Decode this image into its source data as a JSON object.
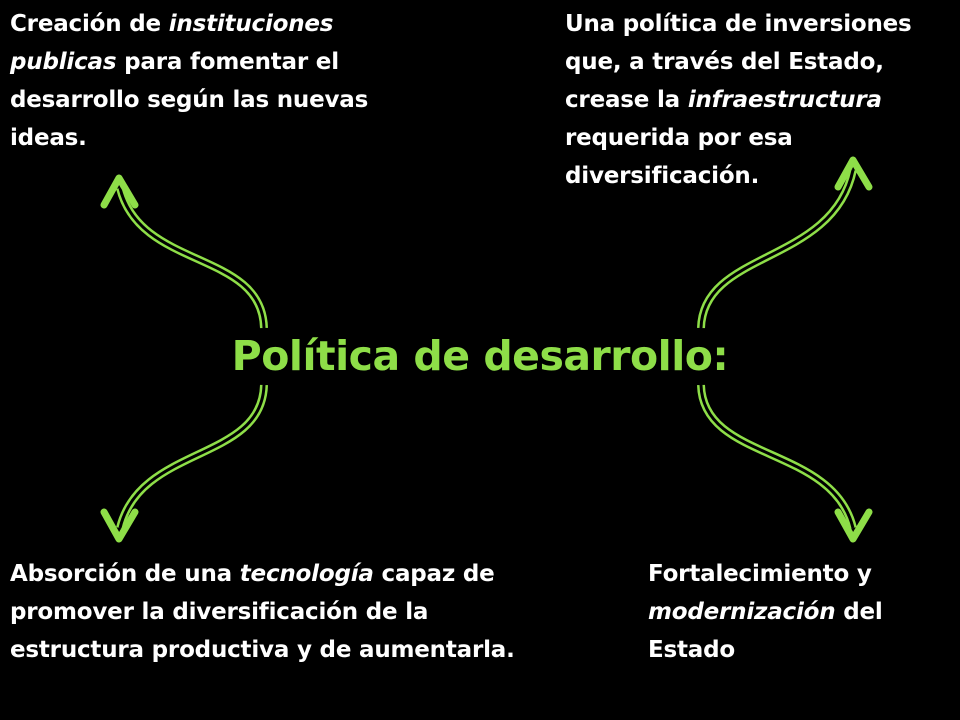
{
  "colors": {
    "background": "#000000",
    "text": "#ffffff",
    "accent": "#8ede48"
  },
  "center": {
    "title": "Política de desarrollo:"
  },
  "branches": {
    "top_left": {
      "segments": [
        {
          "text": "Creación de ",
          "italic": false
        },
        {
          "text": "instituciones publicas",
          "italic": true
        },
        {
          "text": " para fomentar el desarrollo según las nuevas ideas.",
          "italic": false
        }
      ]
    },
    "top_right": {
      "segments": [
        {
          "text": "Una política de inversiones que, a través del Estado, crease la ",
          "italic": false
        },
        {
          "text": "infraestructura",
          "italic": true
        },
        {
          "text": " requerida por esa diversificación.",
          "italic": false
        }
      ]
    },
    "bottom_left": {
      "segments": [
        {
          "text": "Absorción de una ",
          "italic": false
        },
        {
          "text": "tecnología",
          "italic": true
        },
        {
          "text": " capaz de promover la diversificación de la estructura productiva y de aumentarla.",
          "italic": false
        }
      ]
    },
    "bottom_right": {
      "segments": [
        {
          "text": "Fortalecimiento y ",
          "italic": false
        },
        {
          "text": "modernización",
          "italic": true
        },
        {
          "text": " del Estado",
          "italic": false
        }
      ]
    }
  }
}
